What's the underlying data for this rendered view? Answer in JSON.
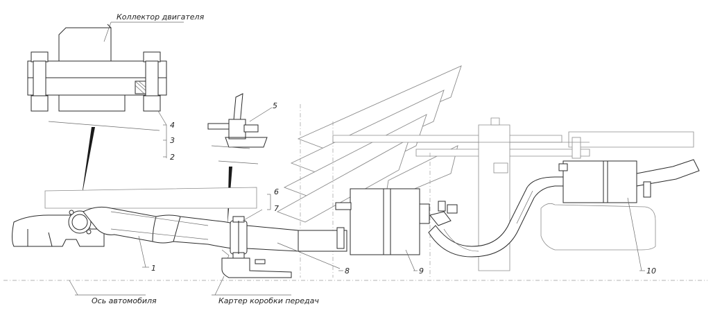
{
  "labels": {
    "engine_manifold": "Коллектор двигателя",
    "vehicle_axis": "Ось автомобиля",
    "gearbox_housing": "Картер коробки передач"
  },
  "callouts": [
    "1",
    "2",
    "3",
    "4",
    "5",
    "6",
    "7",
    "8",
    "9",
    "10"
  ]
}
